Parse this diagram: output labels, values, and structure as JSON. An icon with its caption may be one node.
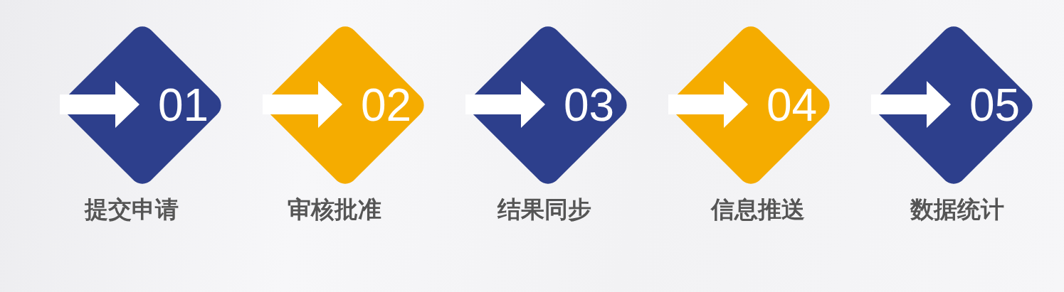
{
  "diagram": {
    "nodes": [
      {
        "text": [
          "01"
        ],
        "beside": [
          "提交申请"
        ]
      },
      {
        "text": [
          "02"
        ],
        "beside": [
          "审核批准"
        ]
      },
      {
        "text": [
          "03"
        ],
        "beside": [
          "结果同步"
        ]
      },
      {
        "text": [
          "04"
        ],
        "beside": [
          "信息推送"
        ]
      },
      {
        "text": [
          "05"
        ],
        "beside": [
          "数据统计"
        ]
      }
    ]
  }
}
